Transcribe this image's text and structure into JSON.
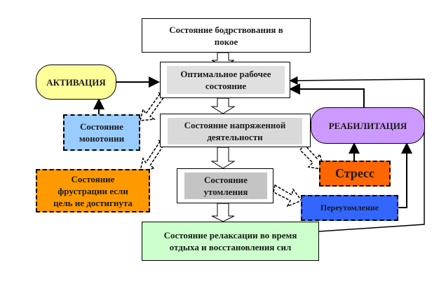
{
  "nodes": {
    "rest_wakefulness": "Состояние бодрствования в покое",
    "optimal_work": "Оптимальное рабочее состояние",
    "tense_activity": "Состояние напряженной деятельности",
    "fatigue": "Состояние утомления",
    "relaxation": "Состояние релаксации во время отдыха и восстановления сил",
    "activation": "АКТИВАЦИЯ",
    "monotony": "Состояние монотонии",
    "frustration": "Состояние фрустрации если цель не достигнута",
    "rehabilitation": "РЕАБИЛИТАЦИЯ",
    "stress": "Стресс",
    "overfatigue": "Переутомление"
  },
  "colors": {
    "activation": "#ffff99",
    "monotony": "#99ccff",
    "frustration": "#ff9900",
    "rehabilitation": "#cc99ff",
    "stress": "#ff6600",
    "overfatigue": "#3366ff",
    "relaxation": "#ccffcc",
    "inner_gray": "#d9d9d9",
    "inner_gray_dark": "#c0c0c0"
  }
}
